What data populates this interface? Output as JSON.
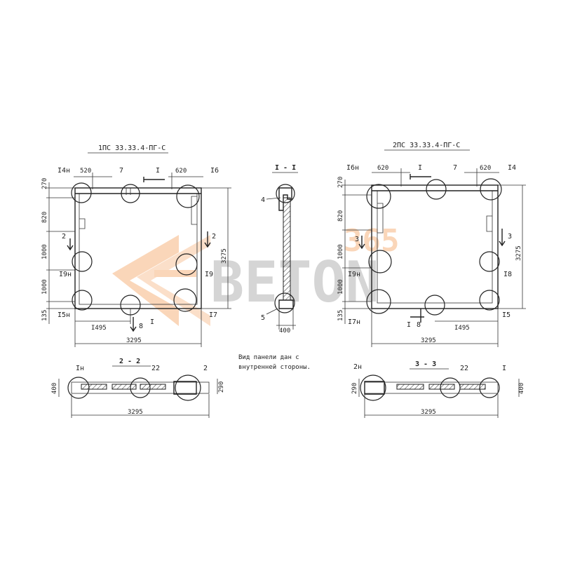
{
  "titles": {
    "left_panel": "1ПС 33.33.4-ПГ-С",
    "right_panel": "2ПС 33.33.4-ПГ-С"
  },
  "sections": {
    "s11": "I - I",
    "s22": "2 - 2",
    "s33": "3 - 3"
  },
  "left_dims": {
    "top_a": "520",
    "top_b": "620",
    "v_270": "270",
    "v_820": "820",
    "v_1000a": "1000",
    "v_1000b": "1000",
    "v_135": "135",
    "total_h": "3275",
    "bottom_1495": "I495",
    "total_w": "3295"
  },
  "left_callouts": {
    "c14": "I4н",
    "c7": "7",
    "cI_top": "I",
    "c16": "I6",
    "c2_left": "2",
    "c2_right": "2",
    "c19": "I9н",
    "c19r": "I9",
    "c15": "I5н",
    "c8": "8",
    "cI_bot": "I",
    "c17": "I7"
  },
  "right_dims": {
    "top_a": "620",
    "top_b": "620",
    "v_270": "270",
    "v_820": "820",
    "v_1000a": "1000",
    "v_1000b": "1000",
    "v_135": "135",
    "total_h": "3275",
    "bottom_1495": "I495",
    "total_w": "3295"
  },
  "right_callouts": {
    "c16": "I6н",
    "cI_top": "I",
    "c7": "7",
    "c14": "I4",
    "c3_left": "3",
    "c3_right": "3",
    "c19": "I9н",
    "c18": "I8",
    "c17": "I7н",
    "cI_bot": "I",
    "c8": "8",
    "c15": "I5"
  },
  "section11": {
    "c4": "4",
    "c5": "5",
    "width": "400"
  },
  "note": {
    "line1": "Вид панели дан с",
    "line2": "внутренней стороны."
  },
  "section22": {
    "c1": "Iн",
    "c22": "22",
    "c2": "2",
    "h400": "400",
    "h290": "290",
    "width": "3295"
  },
  "section33": {
    "c2": "2н",
    "c22": "22",
    "c1": "I",
    "h290": "290",
    "h400": "400",
    "width": "3295"
  },
  "watermark": {
    "number": "365",
    "word": "BETON",
    "color": "#f28c38",
    "icon": "beton-logo-icon"
  }
}
